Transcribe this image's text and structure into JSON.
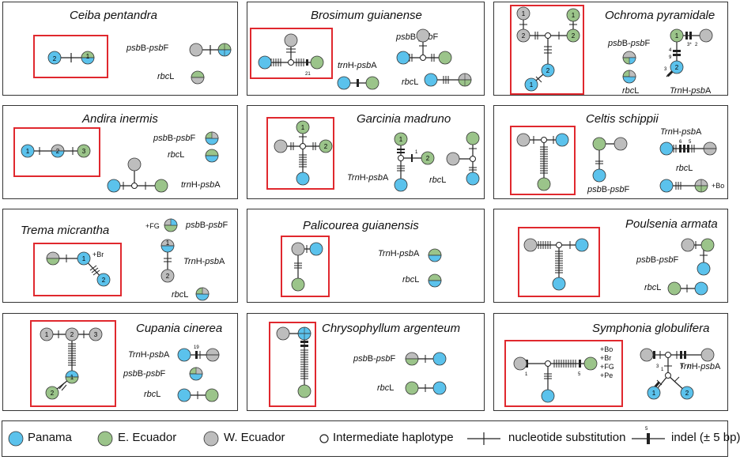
{
  "colors": {
    "panama": "#5bc2ec",
    "e_ecuador": "#9bc48a",
    "w_ecuador": "#bdbdbd",
    "frame": "#e0282e",
    "line": "#222"
  },
  "panels": [
    {
      "id": "ceiba",
      "title": "Ceiba pentandra",
      "labels": {
        "a": "psbB-psbF",
        "b": "rbcL"
      },
      "nums": {
        "n1": "2",
        "n2": "1"
      }
    },
    {
      "id": "brosimum",
      "title": "Brosimum guianense",
      "labels": {
        "a": "trnH-psbA",
        "b": "psbB-psbF",
        "c": "rbcL"
      },
      "nums": {
        "n1": "21"
      }
    },
    {
      "id": "ochroma",
      "title": "Ochroma pyramidale",
      "labels": {
        "a": "psbB-psbF",
        "b": "rbcL",
        "c": "TrnH-psbA"
      },
      "nums": {
        "n1": "1",
        "n2": "2",
        "n3": "1",
        "n4": "2",
        "n5": "2",
        "n6": "1",
        "n7": "1",
        "n8": "2",
        "n9": "4",
        "n10": "9",
        "n11": "3",
        "n12": "3*",
        "n13": "2"
      }
    },
    {
      "id": "andira",
      "title": "Andira inermis",
      "labels": {
        "a": "psbB-psbF",
        "b": "rbcL",
        "c": "trnH-psbA"
      },
      "nums": {
        "n1": "1",
        "n2": "2",
        "n3": "3"
      }
    },
    {
      "id": "garcinia",
      "title": "Garcinia madruno",
      "labels": {
        "a": "TrnH-psbA",
        "b": "rbcL"
      },
      "nums": {
        "n1": "1",
        "n2": "2",
        "n3": "1",
        "n4": "2",
        "n5": "1"
      }
    },
    {
      "id": "celtis",
      "title": "Celtis schippii",
      "labels": {
        "a": "psbB-psbF",
        "b": "TrnH-psbA",
        "c": "rbcL",
        "d": "+Bo"
      },
      "nums": {
        "n1": "6",
        "n2": "5"
      }
    },
    {
      "id": "trema",
      "title": "Trema micrantha",
      "labels": {
        "a": "psbB-psbF",
        "b": "TrnH-psbA",
        "c": "rbcL",
        "d": "+Br",
        "e": "+FG"
      },
      "nums": {
        "n1": "1",
        "n2": "2",
        "n3": "1",
        "n4": "2"
      }
    },
    {
      "id": "palicourea",
      "title": "Palicourea guianensis",
      "labels": {
        "a": "TrnH-psbA",
        "b": "rbcL"
      },
      "nums": {}
    },
    {
      "id": "poulsenia",
      "title": "Poulsenia armata",
      "labels": {
        "a": "psbB-psbF",
        "b": "rbcL"
      },
      "nums": {}
    },
    {
      "id": "cupania",
      "title": "Cupania cinerea",
      "labels": {
        "a": "TrnH-psbA",
        "b": "psbB-psbF",
        "c": "rbcL"
      },
      "nums": {
        "n1": "1",
        "n2": "2",
        "n3": "3",
        "n4": "2",
        "n5": "1",
        "n6": "19"
      }
    },
    {
      "id": "chryso",
      "title": "Chrysophyllum argenteum",
      "labels": {
        "a": "psbB-psbF",
        "b": "rbcL"
      },
      "nums": {}
    },
    {
      "id": "symphonia",
      "title": "Symphonia globulifera",
      "labels": {
        "a": "TrnH-psbA",
        "b": "+Bo",
        "c": "+Br",
        "d": "+FG",
        "e": "+Pe"
      },
      "nums": {
        "n1": "1",
        "n2": "5",
        "n3": "3",
        "n4": "5",
        "n5": "1*",
        "n6": "1",
        "n7": "1",
        "n8": "2"
      }
    }
  ],
  "legend": {
    "panama": "Panama",
    "e_ecuador": "E. Ecuador",
    "w_ecuador": "W. Ecuador",
    "intermediate": "Intermediate haplotype",
    "substitution": "nucleotide substitution",
    "indel": "indel (± 5 bp)",
    "indel_mark": "5"
  }
}
